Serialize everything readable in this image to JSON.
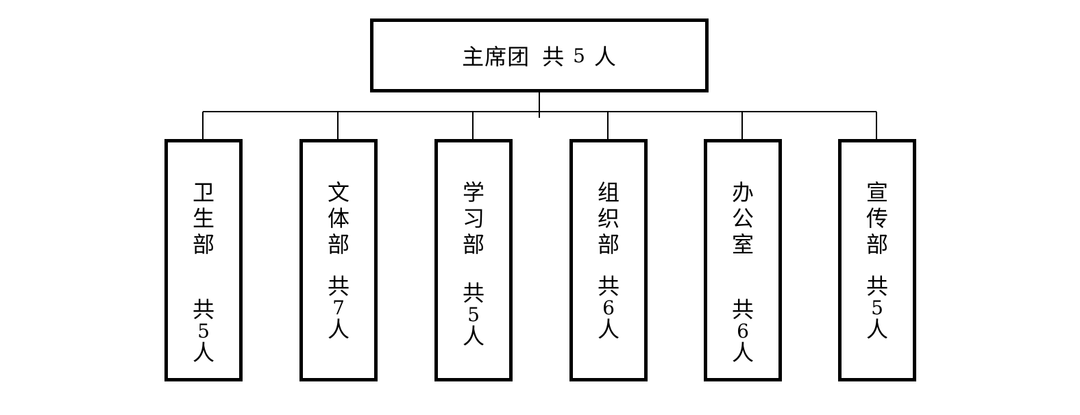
{
  "root": {
    "name": "主席团",
    "count_prefix": "共",
    "count": "5",
    "count_suffix": "人"
  },
  "departments": [
    {
      "name": "卫生部",
      "count_prefix": "共",
      "count": "5",
      "count_suffix": "人"
    },
    {
      "name": "文体部",
      "count_prefix": "共",
      "count": "7",
      "count_suffix": "人"
    },
    {
      "name": "学习部",
      "count_prefix": "共",
      "count": "5",
      "count_suffix": "人"
    },
    {
      "name": "组织部",
      "count_prefix": "共",
      "count": "6",
      "count_suffix": "人"
    },
    {
      "name": "办公室",
      "count_prefix": "共",
      "count": "6",
      "count_suffix": "人"
    },
    {
      "name": "宣传部",
      "count_prefix": "共",
      "count": "5",
      "count_suffix": "人"
    }
  ],
  "colors": {
    "line": "#000000",
    "background": "#ffffff"
  }
}
